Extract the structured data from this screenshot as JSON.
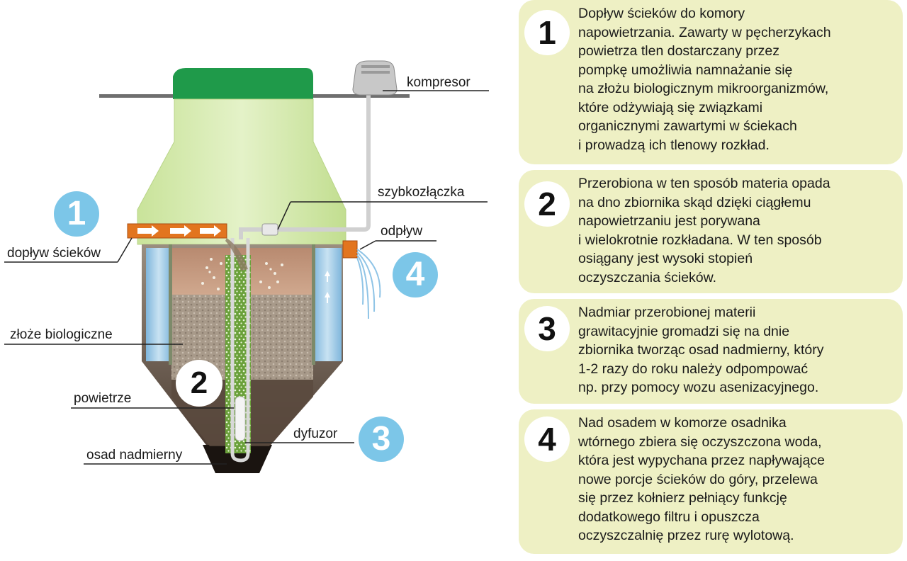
{
  "labels": {
    "kompresor": "kompresor",
    "szybkozlaczka": "szybkozłączka",
    "odplyw": "odpływ",
    "doplyw": "dopływ ścieków",
    "zloze": "złoże biologiczne",
    "powietrze": "powietrze",
    "dyfuzor": "dyfuzor",
    "osad": "osad nadmierny"
  },
  "badges": {
    "b1": "1",
    "b2": "2",
    "b3": "3",
    "b4": "4"
  },
  "steps": [
    {
      "num": "1",
      "text": "Dopływ ścieków do komory\nnapowietrzania. Zawarty w pęcherzykach\npowietrza tlen dostarczany przez\npompkę umożliwia namnażanie się\nna złożu biologicznym mikroorganizmów,\nktóre odżywiają się związkami\norganicznymi zawartymi w ściekach\ni prowadzą ich tlenowy rozkład."
    },
    {
      "num": "2",
      "text": "Przerobiona w ten sposób materia opada\nna dno zbiornika skąd dzięki ciągłemu\nnapowietrzaniu jest porywana\ni wielokrotnie rozkładana. W ten sposób\nosiągany jest wysoki stopień\noczyszczania ścieków."
    },
    {
      "num": "3",
      "text": "Nadmiar przerobionej materii\ngrawitacyjnie gromadzi się na dnie\nzbiornika tworząc osad nadmierny, który\n1-2 razy do roku należy odpompować\nnp. przy pomocy wozu asenizacyjnego."
    },
    {
      "num": "4",
      "text": "Nad osadem w komorze osadnika\nwtórnego zbiera się oczyszczona woda,\nktóra jest wypychana przez napływające\nnowe porcje ścieków do góry, przelewa\nsię przez kołnierz pełniący funkcję\ndodatkowego filtru i opuszcza\noczyszczalnię przez rurę wylotową."
    }
  ],
  "colors": {
    "panel": "#eef0c4",
    "badge_blue": "#7cc6e8",
    "tank_green": "#d8ecb4",
    "lid_green": "#1f9a4a",
    "pipe_orange": "#e2751f"
  }
}
